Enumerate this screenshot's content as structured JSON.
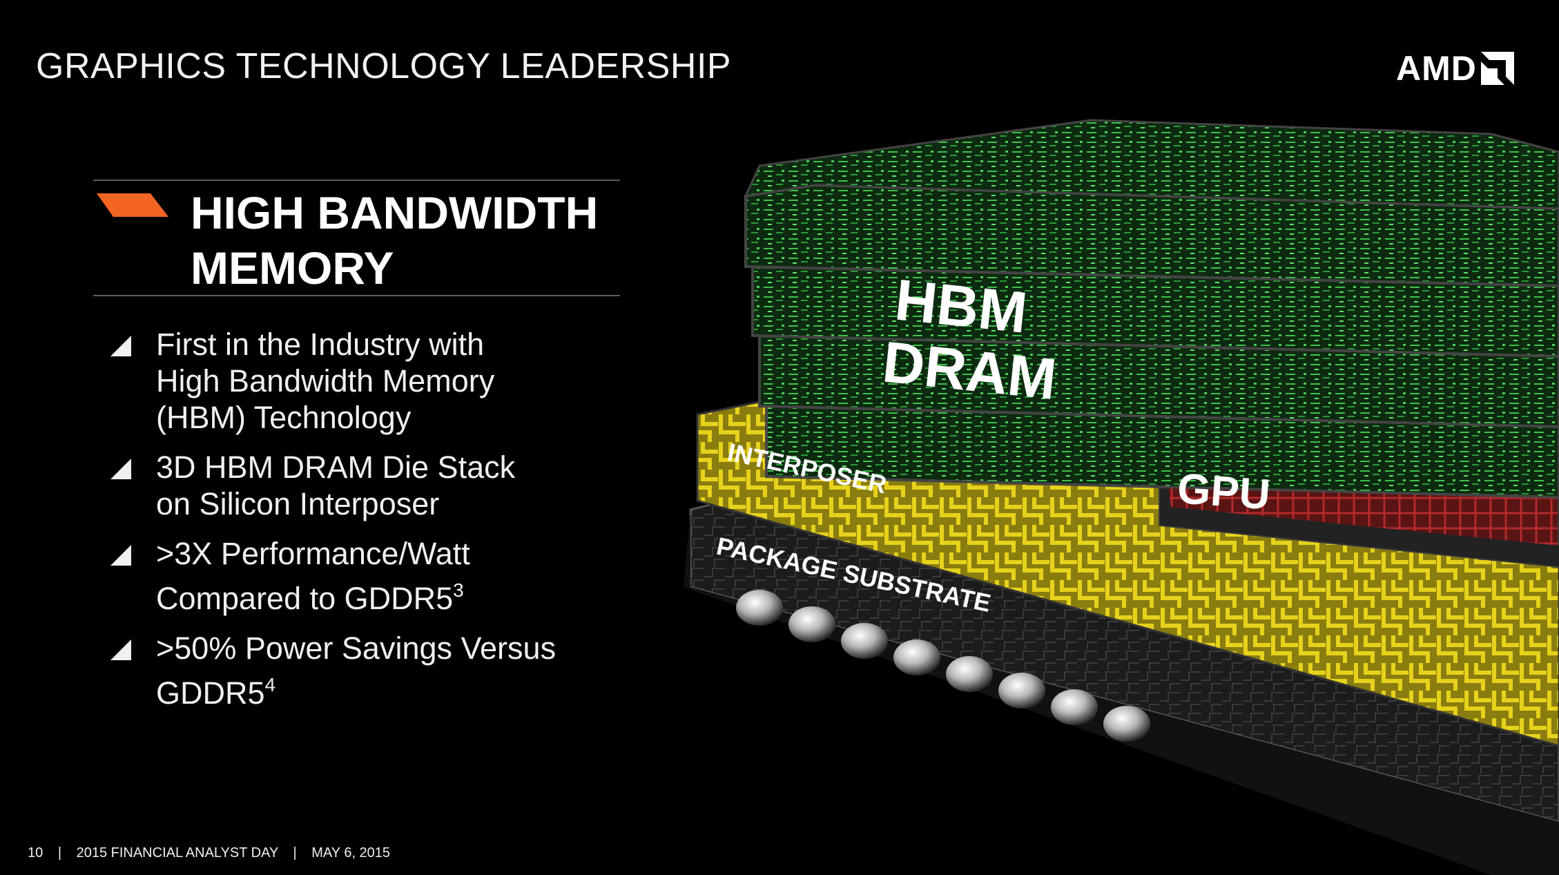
{
  "slide": {
    "title": "GRAPHICS TECHNOLOGY LEADERSHIP",
    "logo_text": "AMD",
    "section_title_lines": [
      "HIGH BANDWIDTH",
      "MEMORY"
    ]
  },
  "bullets": [
    {
      "lines": [
        "First in the Industry with",
        "High Bandwidth Memory",
        "(HBM) Technology"
      ]
    },
    {
      "lines": [
        "3D HBM DRAM Die Stack",
        "on Silicon Interposer"
      ]
    },
    {
      "lines": [
        ">3X Performance/Watt",
        "Compared to GDDR5"
      ],
      "footnote": "3"
    },
    {
      "lines": [
        ">50% Power Savings Versus",
        "GDDR5"
      ],
      "footnote": "4"
    }
  ],
  "illustration": {
    "hbm_label": "HBM",
    "dram_label": "DRAM",
    "interposer_label": "INTERPOSER",
    "gpu_label": "GPU",
    "substrate_label": "PACKAGE SUBSTRATE"
  },
  "footer": {
    "page_number": "10",
    "event": "2015 FINANCIAL ANALYST DAY",
    "date": "MAY 6, 2015",
    "separator": "|"
  },
  "colors": {
    "background": "#000000",
    "accent_orange": "#f26522",
    "interposer_yellow": "#e6d21c",
    "gpu_red": "#b22a2a",
    "dram_green": "#3ec34a"
  }
}
